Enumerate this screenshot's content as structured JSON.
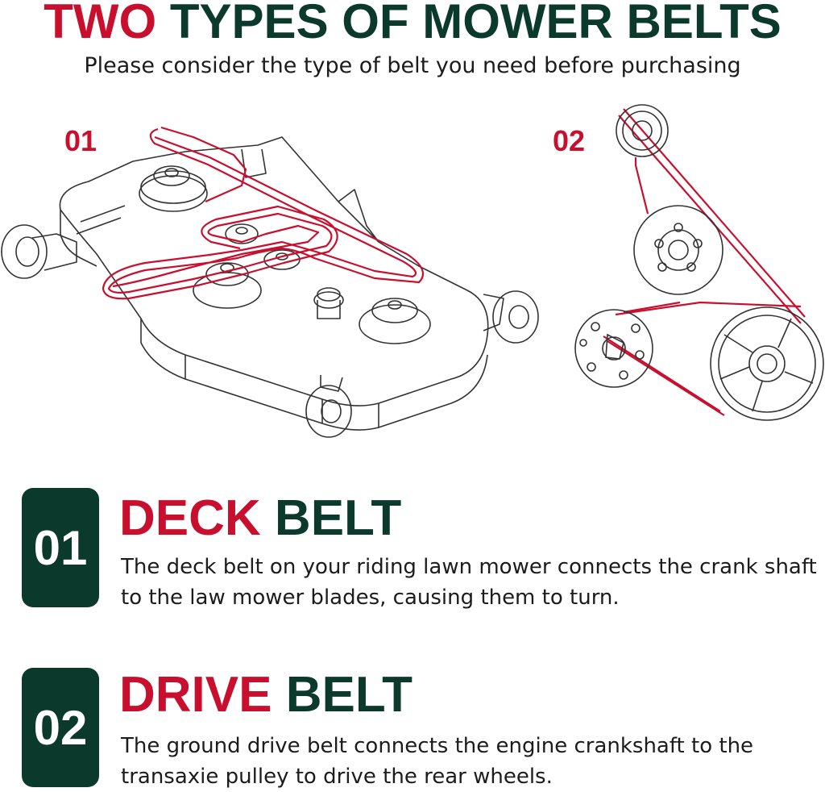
{
  "header": {
    "title_part1": "TWO",
    "title_part2": "TYPES OF MOWER BELTS",
    "subtitle": "Please consider the type of belt you need before purchasing"
  },
  "diagrams": {
    "deck_number": "01",
    "drive_number": "02"
  },
  "sections": [
    {
      "number": "01",
      "heading_red": "DECK",
      "heading_green": "BELT",
      "description": "The deck belt on your riding lawn mower connects the crank shaft to the law mower blades, causing them to turn."
    },
    {
      "number": "02",
      "heading_red": "DRIVE",
      "heading_green": "BELT",
      "description": "The ground drive belt connects the engine crankshaft to the transaxie pulley to drive the rear wheels."
    }
  ],
  "colors": {
    "red": "#c8102e",
    "dark_green": "#0b3a2c"
  }
}
